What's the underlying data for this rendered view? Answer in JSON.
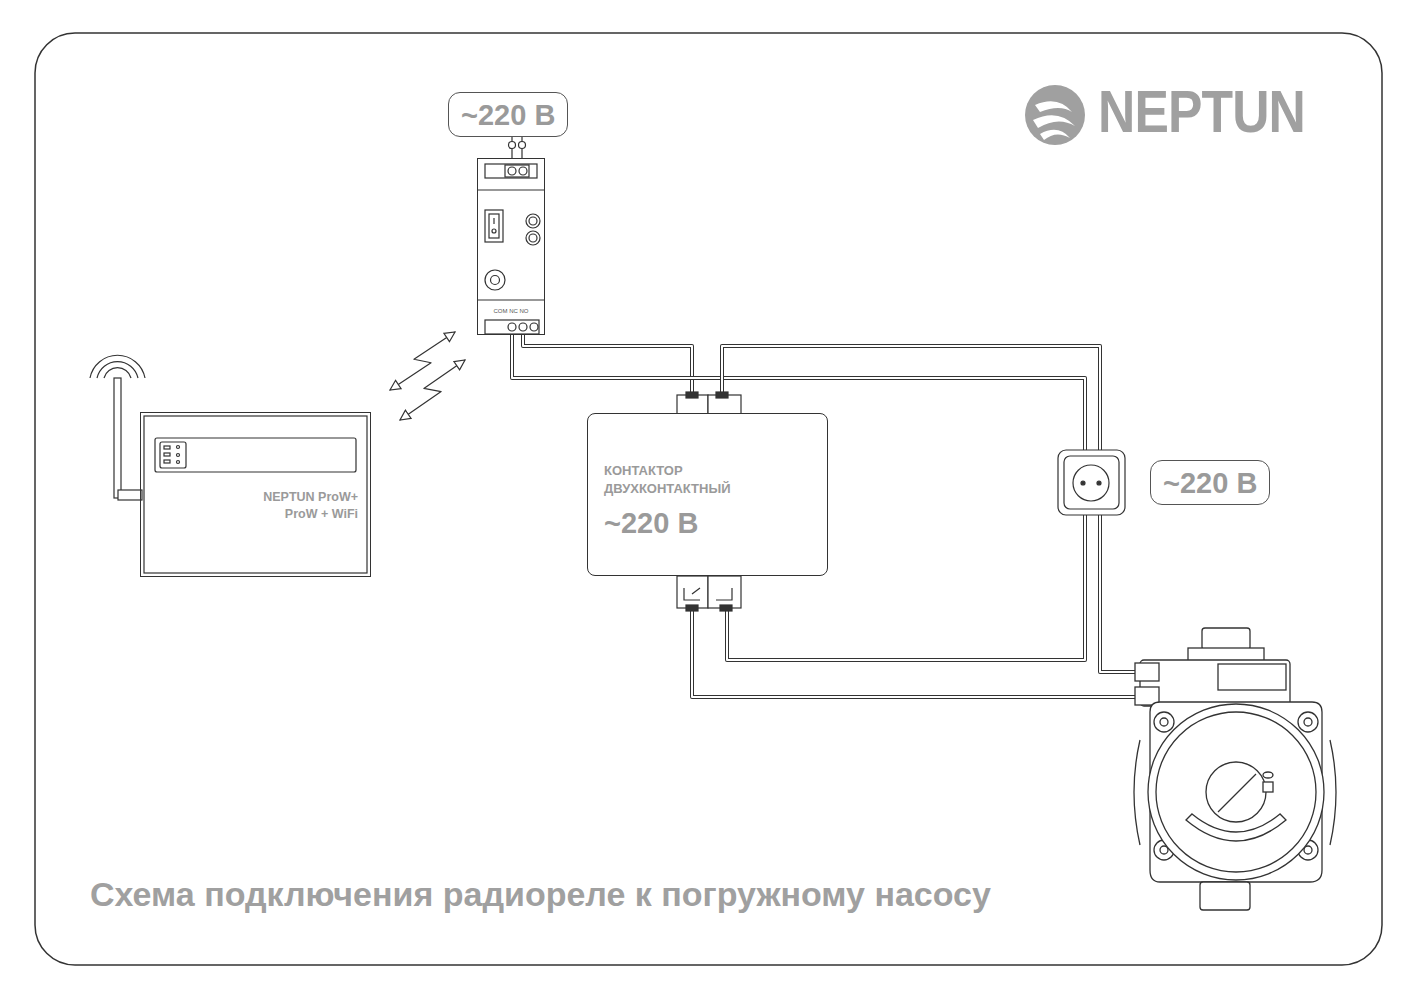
{
  "diagram": {
    "caption": "Схема подключения радиореле к погружному насосу",
    "nodes": [
      {
        "text": [
          "~220 В"
        ]
      },
      {
        "text": [
          "COM NC NO"
        ]
      },
      {
        "text": [
          "NEPTUN ProW+ ProW + WiFi"
        ]
      },
      {
        "text": [
          "КОНТАКТОР ДВУХКОНТАКТНЫЙ",
          "~220 В"
        ]
      },
      {
        "text": [
          "~220 В"
        ]
      }
    ],
    "edges": [
      {
        "from": 0,
        "to": 1,
        "arrow": "none"
      },
      {
        "from": 2,
        "to": 1,
        "arrow": "both"
      },
      {
        "from": 2,
        "to": 1,
        "arrow": "both"
      },
      {
        "from": 1,
        "to": 3,
        "arrow": "none"
      },
      {
        "from": 1,
        "to": 3,
        "arrow": "none"
      }
    ],
    "labels": [
      "NEPTUN"
    ]
  }
}
